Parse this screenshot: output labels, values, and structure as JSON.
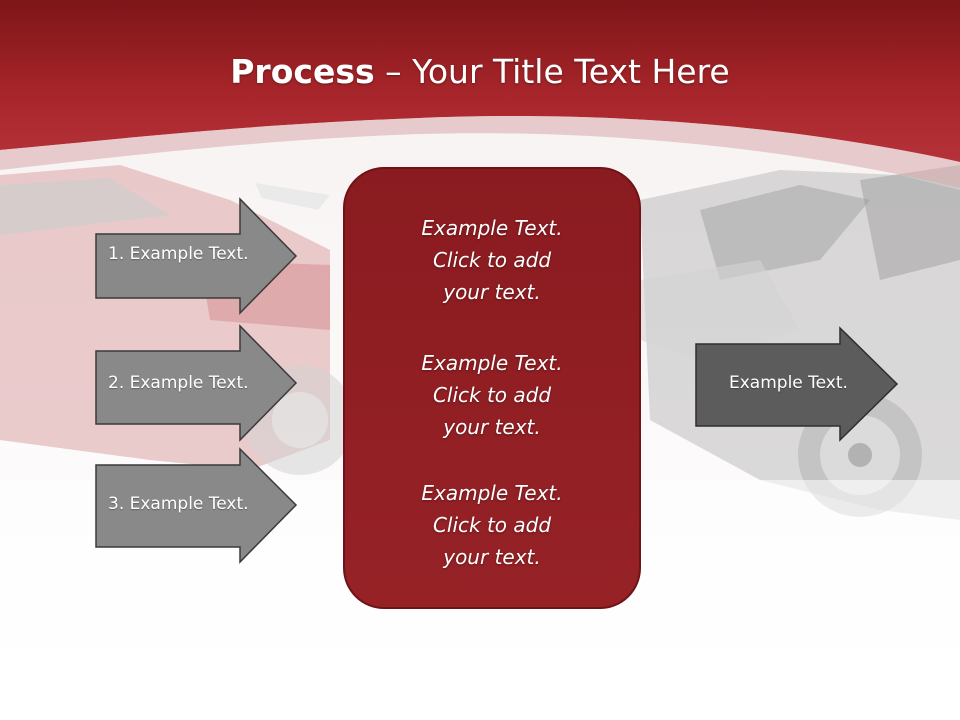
{
  "title": {
    "bold": "Process",
    "separator": " – ",
    "rest": "Your Title Text Here"
  },
  "left_arrows": [
    {
      "label": "1. Example Text."
    },
    {
      "label": "2. Example Text."
    },
    {
      "label": "3. Example Text."
    }
  ],
  "center_box": {
    "paragraphs": [
      "Example Text.\nClick  to add\nyour text.",
      "Example Text.\nClick  to add\nyour text.",
      "Example Text.\nClick  to add\nyour text."
    ]
  },
  "right_arrow": {
    "label": "Example Text."
  },
  "colors": {
    "header_red": "#a5242a",
    "box_red": "#8f1e22",
    "arrow_gray": "#8a8a8a",
    "arrow_dark": "#5a5a5a"
  }
}
